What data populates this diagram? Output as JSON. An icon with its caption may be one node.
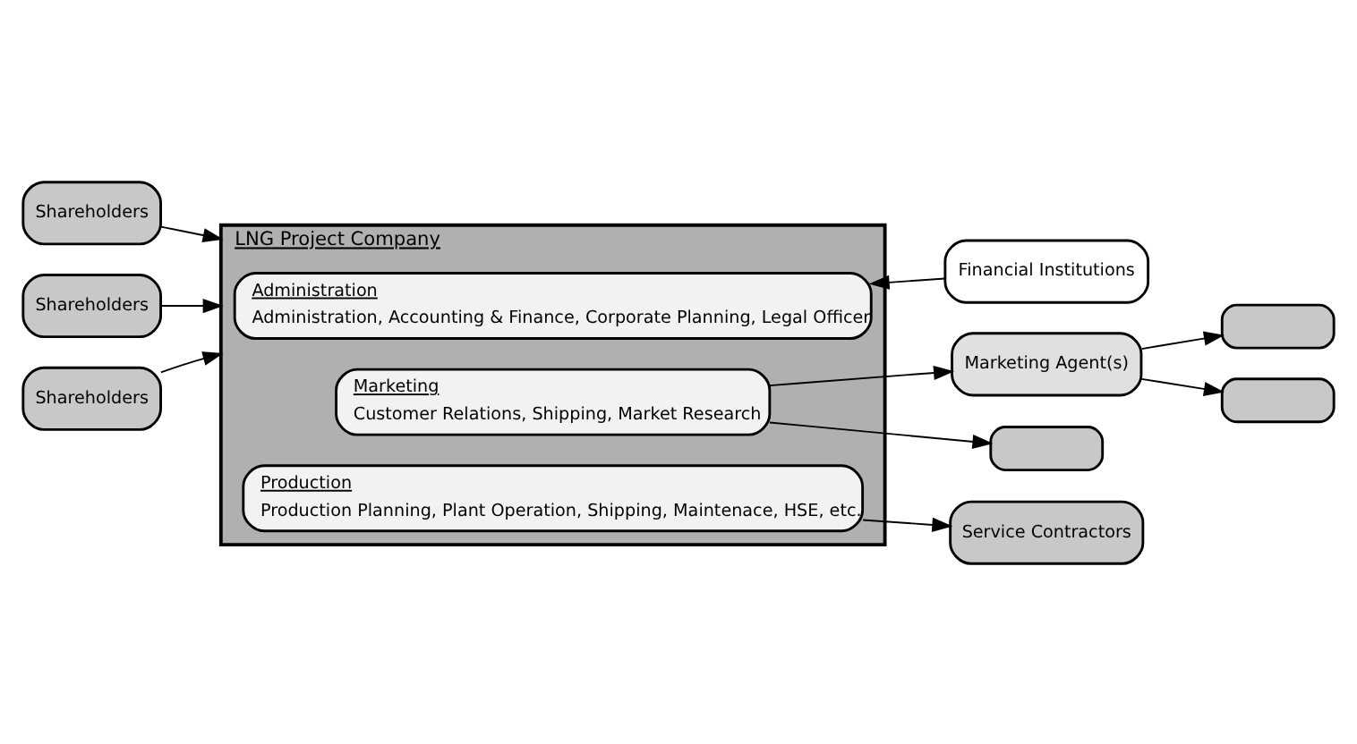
{
  "diagram": {
    "nodes": [
      {
        "text": [
          "Shareholders"
        ]
      },
      {
        "text": [
          "Shareholders"
        ]
      },
      {
        "text": [
          "Shareholders"
        ]
      },
      {
        "text": [
          "LNG Project Company"
        ]
      },
      {
        "text": [
          "Administration",
          "Administration, Accounting & Finance, Corporate Planning, Legal Officer"
        ],
        "in": 3
      },
      {
        "text": [
          "Marketing",
          "Customer Relations, Shipping, Market Research"
        ],
        "in": 3
      },
      {
        "text": [
          "Production",
          "Production Planning, Plant Operation, Shipping, Maintenace, HSE, etc."
        ],
        "in": 3
      },
      {
        "text": [
          "Financial Institutions"
        ]
      },
      {
        "text": [
          "Marketing Agent(s)"
        ]
      },
      {
        "text": [],
        "shape": "box"
      },
      {
        "text": [],
        "shape": "box"
      },
      {
        "text": [],
        "shape": "box"
      },
      {
        "text": [
          "Service Contractors"
        ]
      }
    ],
    "edges": [
      {
        "from": 0,
        "to": 3,
        "arrow": "to"
      },
      {
        "from": 1,
        "to": 3,
        "arrow": "to"
      },
      {
        "from": 2,
        "to": 3,
        "arrow": "to"
      },
      {
        "from": 7,
        "to": 4,
        "arrow": "to"
      },
      {
        "from": 5,
        "to": 8,
        "arrow": "to"
      },
      {
        "from": 8,
        "to": 9,
        "arrow": "to"
      },
      {
        "from": 8,
        "to": 10,
        "arrow": "to"
      },
      {
        "from": 5,
        "to": 11,
        "arrow": "to"
      },
      {
        "from": 6,
        "to": 12,
        "arrow": "to"
      }
    ]
  }
}
